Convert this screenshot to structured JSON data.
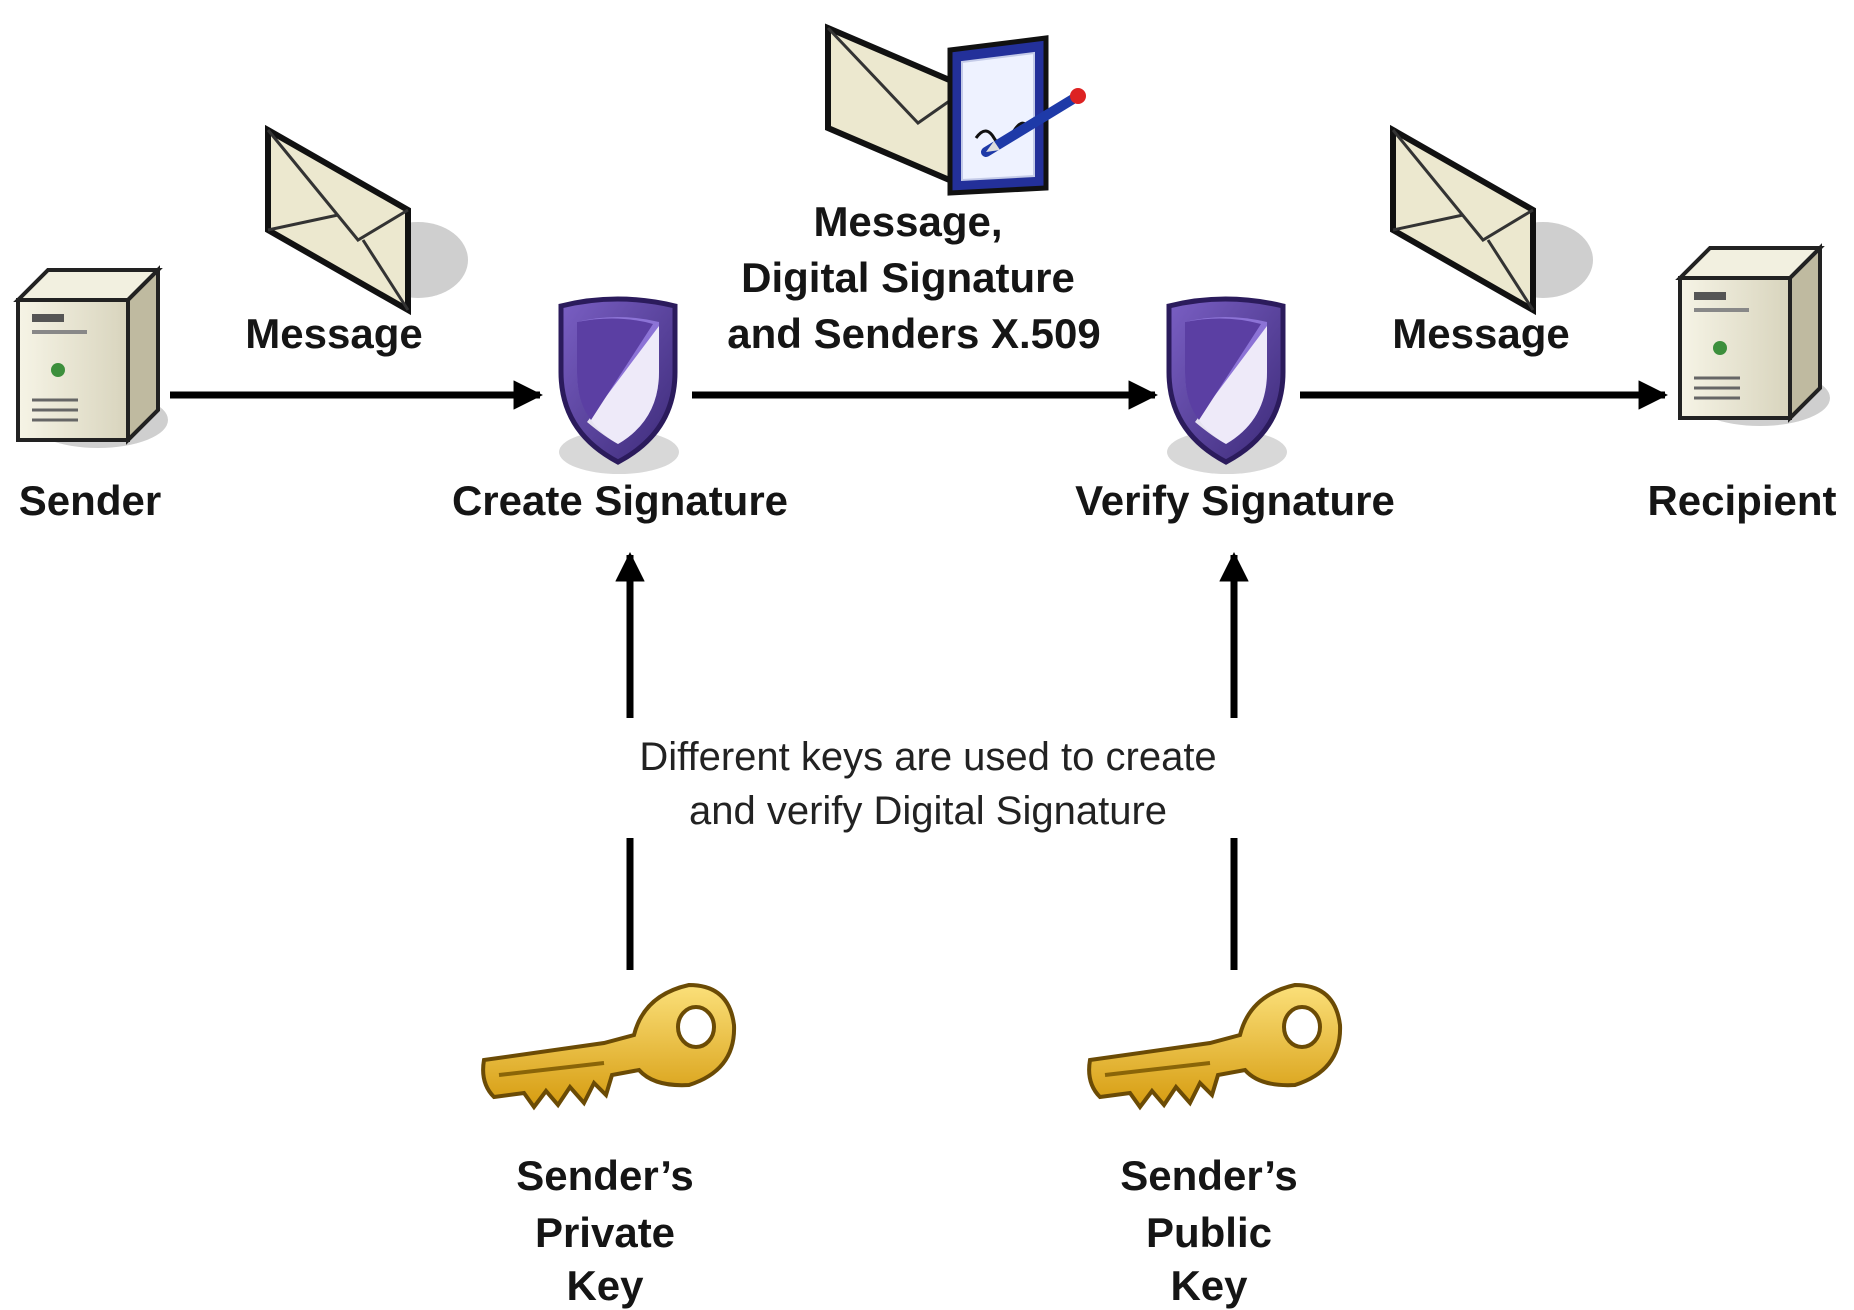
{
  "nodes": {
    "sender": {
      "label": "Sender",
      "icon": "server-icon"
    },
    "create_signature": {
      "label": "Create Signature",
      "icon": "shield-icon"
    },
    "verify_signature": {
      "label": "Verify Signature",
      "icon": "shield-icon"
    },
    "recipient": {
      "label": "Recipient",
      "icon": "server-icon"
    }
  },
  "edges": {
    "sender_to_create": {
      "label": "Message",
      "icon": "envelope-icon"
    },
    "create_to_verify": {
      "label_lines": [
        "Message,",
        "Digital Signature",
        "and Senders X.509"
      ],
      "icon": "signed-envelope-icon"
    },
    "verify_to_recipient": {
      "label": "Message",
      "icon": "envelope-icon"
    }
  },
  "keys": {
    "private": {
      "label_lines": [
        "Sender’s",
        "Private",
        "Key"
      ],
      "icon": "key-icon"
    },
    "public": {
      "label_lines": [
        "Sender’s",
        "Public",
        "Key"
      ],
      "icon": "key-icon"
    }
  },
  "note": {
    "lines": [
      "Different keys are used to create",
      "and verify Digital Signature"
    ]
  },
  "colors": {
    "shield": "#5a3fa0",
    "key": "#e9b81c",
    "envelope": "#ece8cf",
    "server": "#ece9d8",
    "line": "#000000"
  }
}
